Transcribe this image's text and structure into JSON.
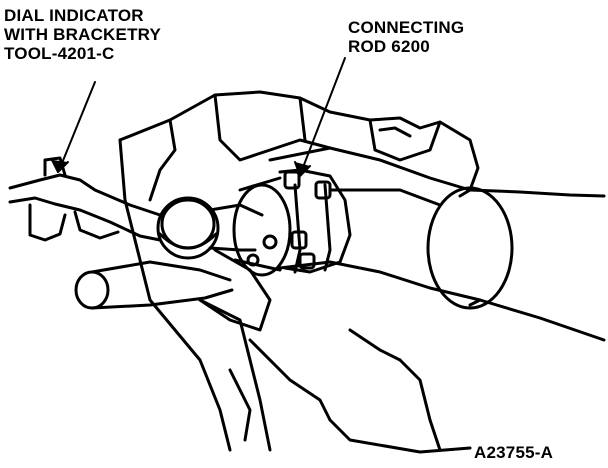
{
  "labels": {
    "dial_indicator": [
      "DIAL INDICATOR",
      "WITH BRACKETRY",
      "TOOL-4201-C"
    ],
    "connecting_rod": [
      "CONNECTING",
      "ROD 6200"
    ]
  },
  "figure_id": "A23755-A",
  "colors": {
    "ink": "#000000",
    "paper": "#ffffff"
  }
}
